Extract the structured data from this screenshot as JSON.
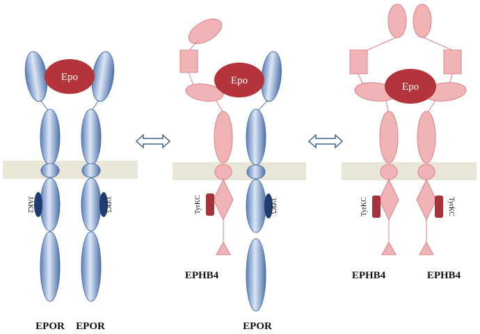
{
  "colors": {
    "epor_fill": "#8ea9d6",
    "epor_stroke": "#4a6fa5",
    "ephb4_fill": "#f1b4b6",
    "ephb4_stroke": "#d97f84",
    "epo_fill": "#b3343b",
    "kinase_dark_red": "#a8323a",
    "jak2_dark_blue": "#1f3d6e",
    "membrane": "#e9e6d8",
    "arrow_stroke": "#3e5f8e"
  },
  "panels": [
    {
      "name": "epor-homodimer",
      "ligand_label": "Epo",
      "kinase_labels": [
        "JAK2",
        "JAK2"
      ],
      "receptor_labels": [
        "EPOR",
        "EPOR"
      ]
    },
    {
      "name": "epor-ephb4-heterodimer",
      "ligand_label": "Epo",
      "kinase_labels": [
        "TyrKC",
        "JAK2"
      ],
      "receptor_labels": [
        "EPHB4",
        "EPOR"
      ]
    },
    {
      "name": "ephb4-homodimer",
      "ligand_label": "Epo",
      "kinase_labels": [
        "TyrKC",
        "TyrKC"
      ],
      "receptor_labels": [
        "EPHB4",
        "EPHB4"
      ]
    }
  ],
  "connectors": [
    {
      "name": "double-arrow-left",
      "symbol": "double-headed-arrow"
    },
    {
      "name": "double-arrow-right",
      "symbol": "double-headed-arrow"
    }
  ]
}
